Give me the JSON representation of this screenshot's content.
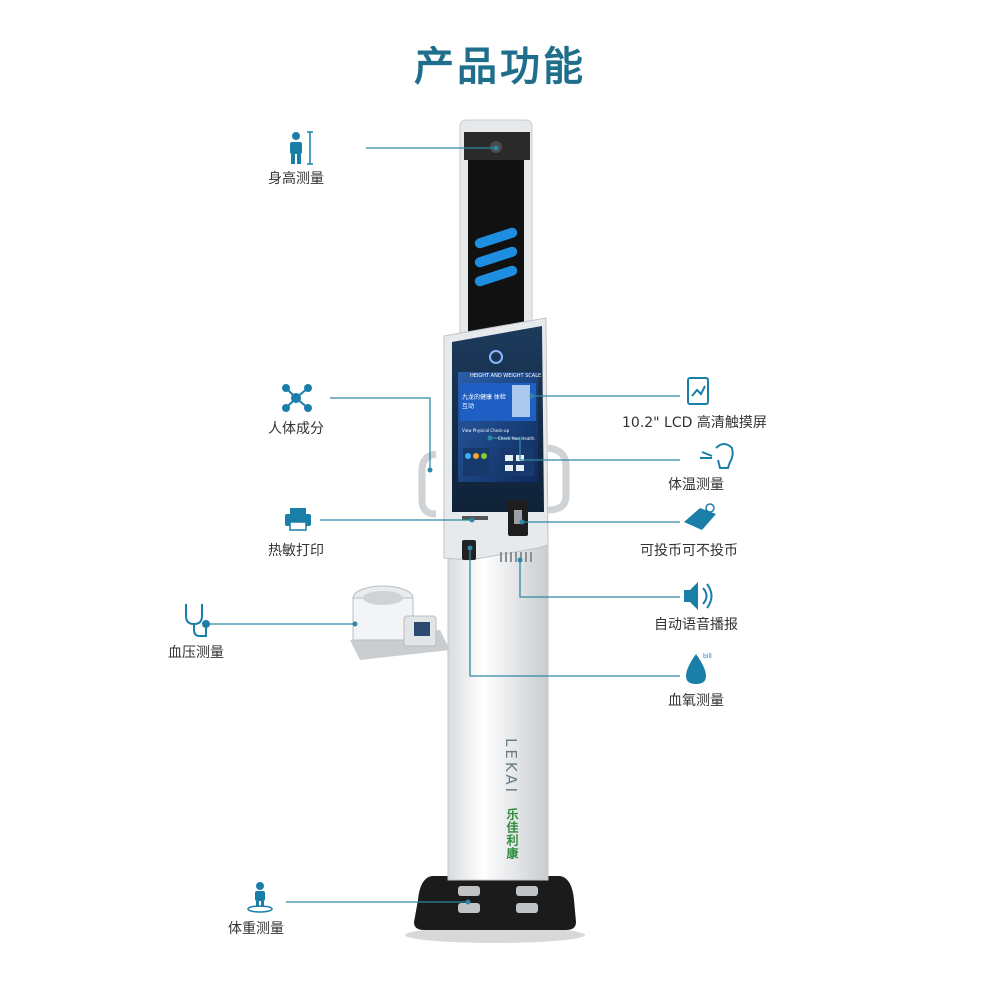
{
  "title": "产品功能",
  "features": {
    "height": "身高测量",
    "body_composition": "人体成分",
    "thermal_print": "热敏打印",
    "blood_pressure": "血压测量",
    "weight": "体重测量",
    "lcd": "10.2\" LCD 高清触摸屏",
    "temperature": "体温测量",
    "coin": "可投币可不投币",
    "voice": "自动语音播报",
    "spo2": "血氧测量"
  },
  "device": {
    "brand_en": "LEKAI",
    "brand_cn": "乐佳利康",
    "screen_header": "HEIGHT AND WEIGHT SCALE",
    "screen_banner": "九龙的健康 体检互动",
    "screen_sub1": "View Physical Check-up",
    "screen_sub2": "Check Your Health"
  },
  "colors": {
    "accent": "#1e6e8c",
    "line": "#2f88a6",
    "icon": "#1a7fa8"
  }
}
